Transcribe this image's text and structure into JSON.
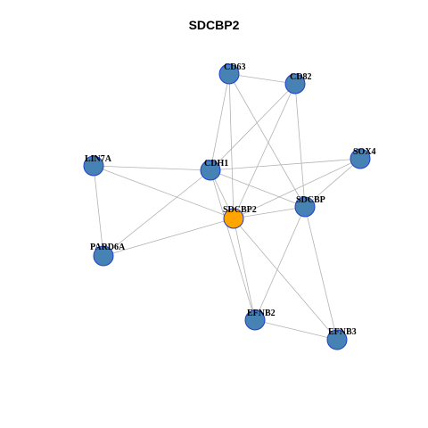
{
  "title": "SDCBP2",
  "colors": {
    "node_default": "#4682b4",
    "node_highlight": "#ffa500",
    "node_border": "#1f3fcf",
    "edge": "#b3b3b3",
    "background": "#ffffff"
  },
  "nodes": [
    {
      "id": "CD63",
      "label": "CD63",
      "highlight": false
    },
    {
      "id": "CD82",
      "label": "CD82",
      "highlight": false
    },
    {
      "id": "LIN7A",
      "label": "LIN7A",
      "highlight": false
    },
    {
      "id": "CDH1",
      "label": "CDH1",
      "highlight": false
    },
    {
      "id": "SOX4",
      "label": "SOX4",
      "highlight": false
    },
    {
      "id": "SDCBP",
      "label": "SDCBP",
      "highlight": false
    },
    {
      "id": "SDCBP2",
      "label": "SDCBP2",
      "highlight": true
    },
    {
      "id": "PARD6A",
      "label": "PARD6A",
      "highlight": false
    },
    {
      "id": "EFNB2",
      "label": "EFNB2",
      "highlight": false
    },
    {
      "id": "EFNB3",
      "label": "EFNB3",
      "highlight": false
    }
  ],
  "edges": [
    [
      "CD63",
      "CD82"
    ],
    [
      "CD63",
      "CDH1"
    ],
    [
      "CD63",
      "SDCBP2"
    ],
    [
      "CD63",
      "SDCBP"
    ],
    [
      "CD82",
      "CDH1"
    ],
    [
      "CD82",
      "SDCBP2"
    ],
    [
      "CD82",
      "SDCBP"
    ],
    [
      "LIN7A",
      "CDH1"
    ],
    [
      "LIN7A",
      "SDCBP2"
    ],
    [
      "LIN7A",
      "PARD6A"
    ],
    [
      "CDH1",
      "SOX4"
    ],
    [
      "CDH1",
      "SDCBP2"
    ],
    [
      "CDH1",
      "PARD6A"
    ],
    [
      "CDH1",
      "SDCBP"
    ],
    [
      "CDH1",
      "EFNB2"
    ],
    [
      "SOX4",
      "SDCBP2"
    ],
    [
      "SOX4",
      "SDCBP"
    ],
    [
      "SDCBP",
      "SDCBP2"
    ],
    [
      "SDCBP",
      "EFNB2"
    ],
    [
      "SDCBP",
      "EFNB3"
    ],
    [
      "SDCBP2",
      "PARD6A"
    ],
    [
      "SDCBP2",
      "EFNB2"
    ],
    [
      "SDCBP2",
      "EFNB3"
    ],
    [
      "EFNB2",
      "EFNB3"
    ]
  ]
}
